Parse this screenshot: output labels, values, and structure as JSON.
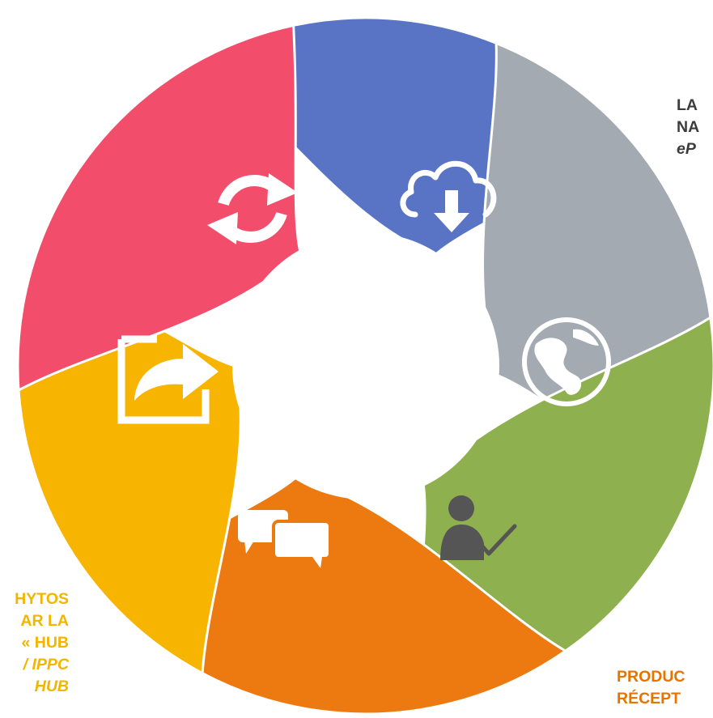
{
  "colors": {
    "blue": "#5a74c5",
    "gray": "#a4aab1",
    "green": "#8fb04f",
    "orange": "#ed7a10",
    "yellow": "#f7b400",
    "red": "#f24d6b",
    "icon_light": "#ffffff",
    "icon_dark": "#555555",
    "label_dark": "#3c3c3c",
    "label_yellow": "#f2b600",
    "label_orange": "#e87400"
  },
  "segments": [
    {
      "color": "blue",
      "icon": "cloud-download-icon"
    },
    {
      "color": "gray",
      "icon": "globe-icon"
    },
    {
      "color": "green",
      "icon": "person-checkmark-icon"
    },
    {
      "color": "orange",
      "icon": "chat-bubbles-icon"
    },
    {
      "color": "yellow",
      "icon": "share-export-icon"
    },
    {
      "color": "red",
      "icon": "sync-arrows-icon"
    }
  ],
  "labels": {
    "gray": {
      "line1": "LA",
      "line2": "NA",
      "line3": "eP"
    },
    "yellow": {
      "line1": "HYTOS",
      "line2": "AR LA",
      "line3": "« HUB",
      "line4": "/ IPPC",
      "line5": "HUB"
    },
    "orange": {
      "line1": "PRODUC",
      "line2": "RÉCEPT"
    }
  }
}
